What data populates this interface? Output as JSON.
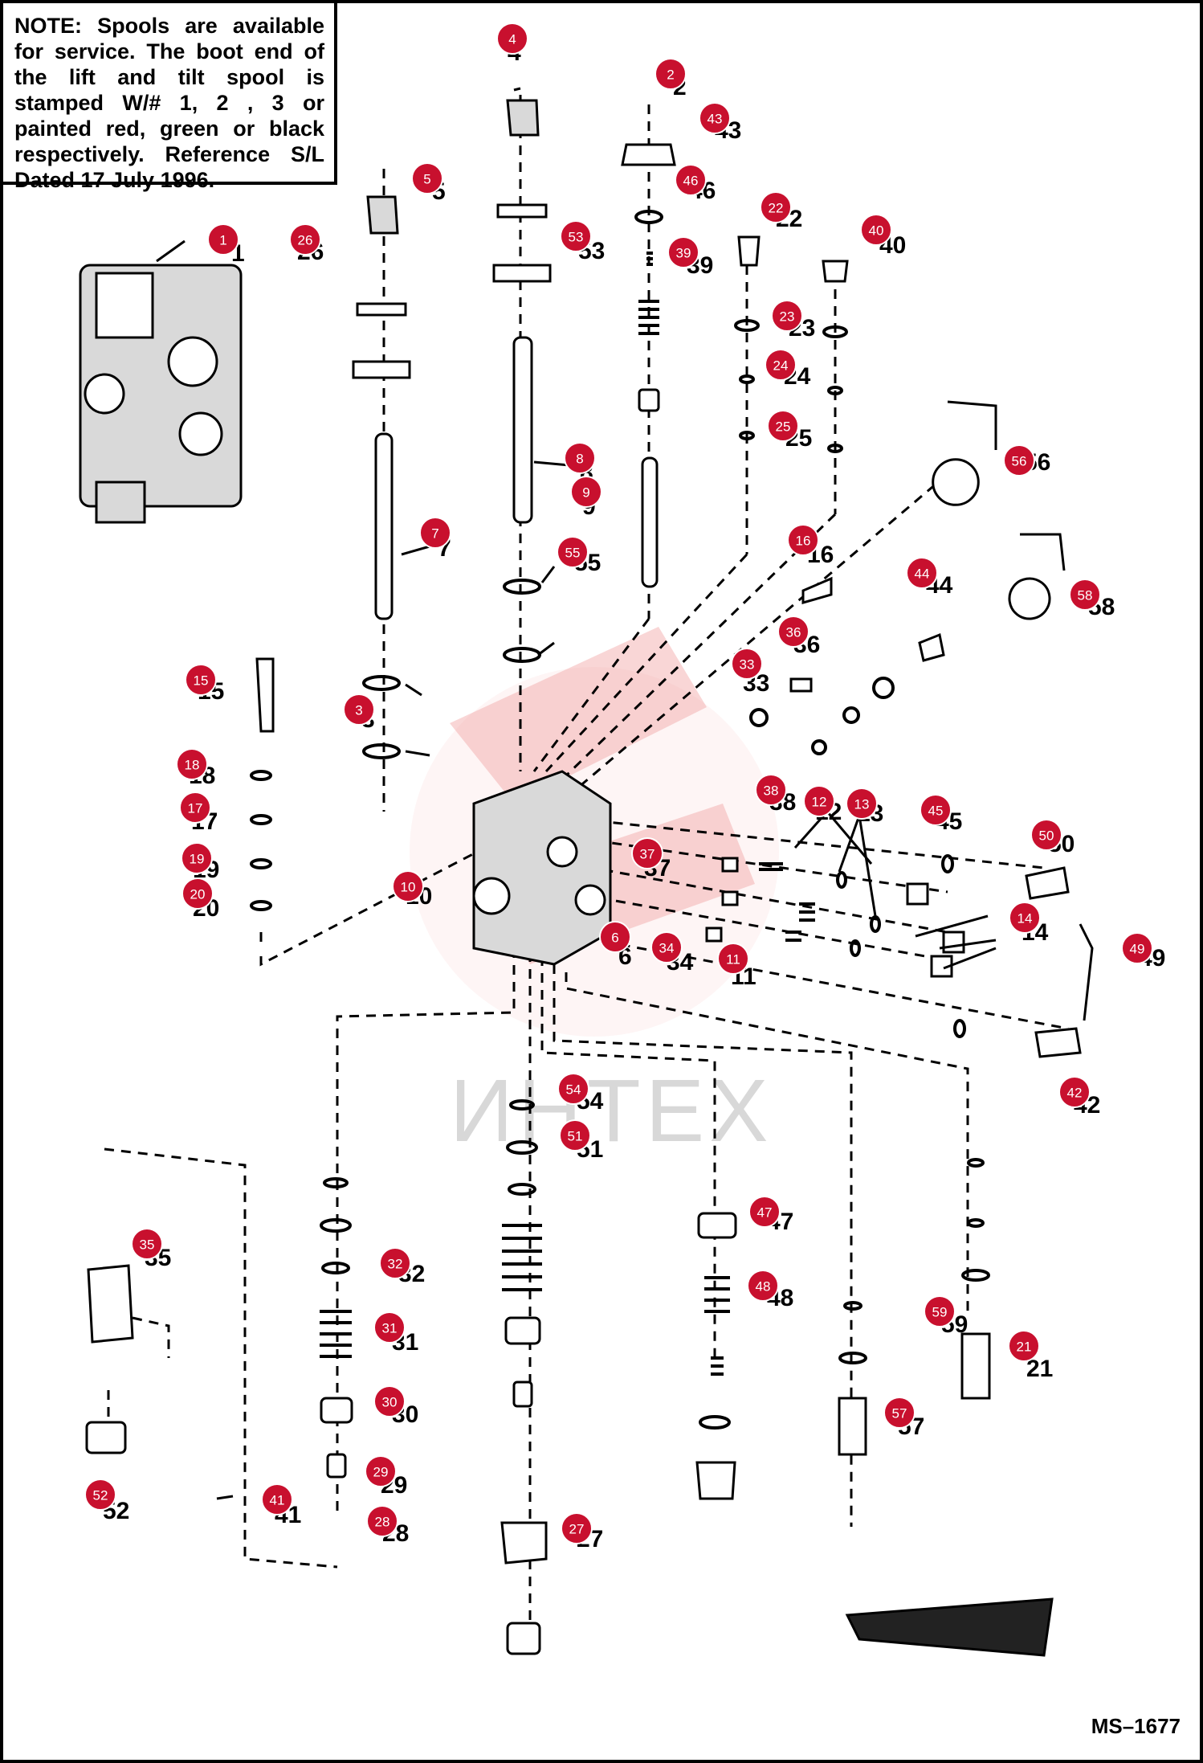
{
  "note": {
    "text": "NOTE: Spools are available for service. The boot end of the lift and tilt spool is stamped W/# 1, 2 , 3 or painted red, green or black respectively. Reference S/L Dated 17 July 1996."
  },
  "watermark": "ИНТЕХ",
  "figure_id": "MS–1677",
  "callouts": [
    {
      "num": "1",
      "label": "1"
    },
    {
      "num": "2",
      "label": "2"
    },
    {
      "num": "3",
      "label": "3"
    },
    {
      "num": "4",
      "label": "4"
    },
    {
      "num": "5",
      "label": "5"
    },
    {
      "num": "6",
      "label": "6"
    },
    {
      "num": "7",
      "label": "7"
    },
    {
      "num": "8",
      "label": "8"
    },
    {
      "num": "9",
      "label": "9"
    },
    {
      "num": "10",
      "label": "10"
    },
    {
      "num": "11",
      "label": "11"
    },
    {
      "num": "12",
      "label": "12"
    },
    {
      "num": "13",
      "label": "13"
    },
    {
      "num": "14",
      "label": "14"
    },
    {
      "num": "15",
      "label": "15"
    },
    {
      "num": "16",
      "label": "16"
    },
    {
      "num": "17",
      "label": "17"
    },
    {
      "num": "18",
      "label": "18"
    },
    {
      "num": "19",
      "label": "19"
    },
    {
      "num": "20",
      "label": "20"
    },
    {
      "num": "21",
      "label": "21"
    },
    {
      "num": "22",
      "label": "22"
    },
    {
      "num": "23",
      "label": "23"
    },
    {
      "num": "24",
      "label": "24"
    },
    {
      "num": "25",
      "label": "25"
    },
    {
      "num": "26",
      "label": "26"
    },
    {
      "num": "27",
      "label": "27"
    },
    {
      "num": "28",
      "label": "28"
    },
    {
      "num": "29",
      "label": "29"
    },
    {
      "num": "30",
      "label": "30"
    },
    {
      "num": "31",
      "label": "31"
    },
    {
      "num": "32",
      "label": "32"
    },
    {
      "num": "33",
      "label": "33"
    },
    {
      "num": "34",
      "label": "34"
    },
    {
      "num": "35",
      "label": "35"
    },
    {
      "num": "36",
      "label": "36"
    },
    {
      "num": "37",
      "label": "37"
    },
    {
      "num": "38",
      "label": "38"
    },
    {
      "num": "39",
      "label": "39"
    },
    {
      "num": "40",
      "label": "40"
    },
    {
      "num": "41",
      "label": "41"
    },
    {
      "num": "42",
      "label": "42"
    },
    {
      "num": "43",
      "label": "43"
    },
    {
      "num": "44",
      "label": "44"
    },
    {
      "num": "45",
      "label": "45"
    },
    {
      "num": "46",
      "label": "46"
    },
    {
      "num": "47",
      "label": "47"
    },
    {
      "num": "48",
      "label": "48"
    },
    {
      "num": "50",
      "label": "50"
    },
    {
      "num": "49",
      "label": "49"
    },
    {
      "num": "51",
      "label": "51"
    },
    {
      "num": "52",
      "label": "52"
    },
    {
      "num": "53",
      "label": "53"
    },
    {
      "num": "54",
      "label": "54"
    },
    {
      "num": "55",
      "label": "55"
    },
    {
      "num": "56",
      "label": "56"
    },
    {
      "num": "57",
      "label": "57"
    },
    {
      "num": "58",
      "label": "58"
    },
    {
      "num": "59",
      "label": "59"
    }
  ],
  "colors": {
    "callout": "#c8102e",
    "ink": "#000000",
    "watermark": "#f2a3a3"
  }
}
